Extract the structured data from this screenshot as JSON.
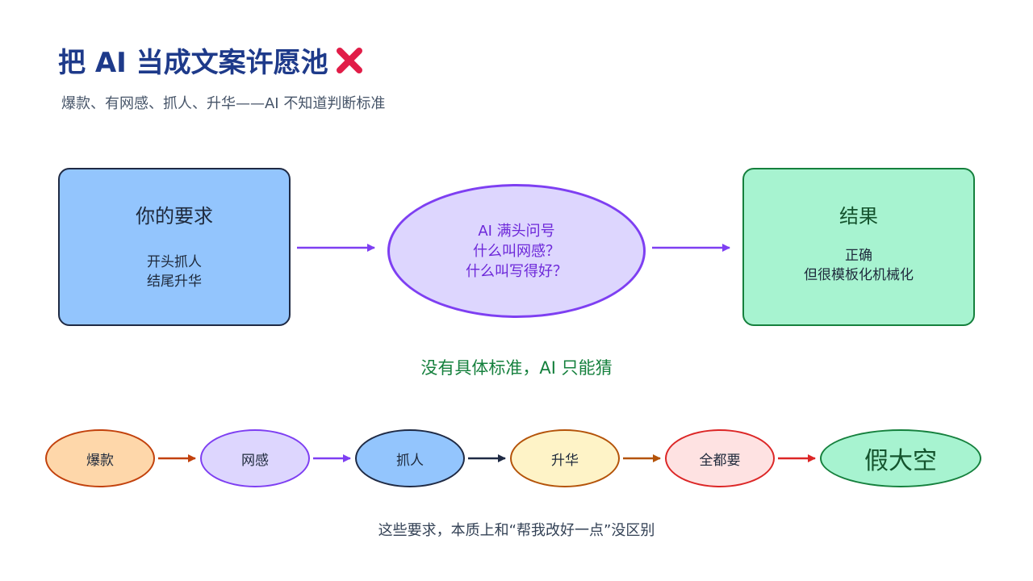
{
  "title": "把 AI 当成文案许愿池",
  "subtitle": "爆款、有网感、抓人、升华——AI 不知道判断标准",
  "left_box": {
    "title": "你的要求",
    "lines": [
      "开头抓人",
      "结尾升华"
    ]
  },
  "center_ellipse": {
    "lines": [
      "AI 满头问号",
      "什么叫网感？",
      "什么叫写得好？"
    ]
  },
  "right_box": {
    "title": "结果",
    "lines": [
      "正确",
      "但很模板化机械化"
    ]
  },
  "middle_caption": "没有具体标准，AI 只能猜",
  "chain": [
    {
      "label": "爆款",
      "fill": "#fed7aa",
      "stroke": "#c2410c"
    },
    {
      "label": "网感",
      "fill": "#ddd6fe",
      "stroke": "#7e3ff2"
    },
    {
      "label": "抓人",
      "fill": "#93c5fd",
      "stroke": "#1f2a44"
    },
    {
      "label": "升华",
      "fill": "#fef3c7",
      "stroke": "#b45309"
    },
    {
      "label": "全都要",
      "fill": "#fee2e2",
      "stroke": "#dc2626"
    },
    {
      "label": "假大空",
      "fill": "#a7f3d0",
      "stroke": "#15803d"
    }
  ],
  "bottom_caption": "这些要求，本质上和“帮我改好一点”没区别",
  "colors": {
    "title": "#1e3a8a",
    "x_mark": "#e11d48",
    "purple_arrow": "#7e3ff2",
    "chain_arrows": [
      "#c2410c",
      "#7e3ff2",
      "#1f2a44",
      "#b45309",
      "#dc2626"
    ]
  },
  "icons": {
    "title_mark": "cross-mark-icon"
  }
}
